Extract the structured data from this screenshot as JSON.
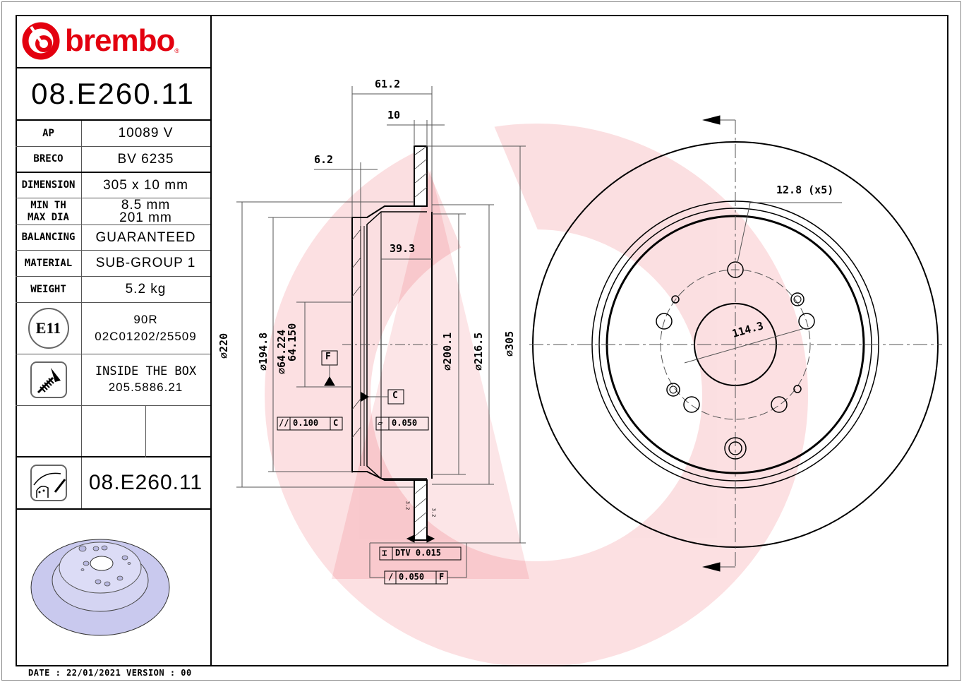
{
  "brand": {
    "name": "brembo",
    "registered": "®",
    "color": "#e3000f"
  },
  "part_number": "08.E260.11",
  "specs": [
    {
      "label": "AP",
      "value": "10089 V"
    },
    {
      "label": "BRECO",
      "value": "BV 6235"
    },
    {
      "label": "DIMENSION",
      "value": "305 x 10 mm"
    },
    {
      "label_line1": "MIN TH",
      "label_line2": "MAX DIA",
      "value_line1": "8.5 mm",
      "value_line2": "201 mm"
    },
    {
      "label": "BALANCING",
      "value": "GUARANTEED"
    },
    {
      "label": "MATERIAL",
      "value": "SUB-GROUP 1"
    },
    {
      "label": "WEIGHT",
      "value": "5.2 kg"
    }
  ],
  "approval": {
    "icon_text": "E11",
    "line1": "90R",
    "line2": "02C01202/25509"
  },
  "screws": {
    "line1": "INSIDE THE BOX",
    "line2": "205.5886.21"
  },
  "bottom_part_number": "08.E260.11",
  "footer": "DATE : 22/01/2021 VERSION : 00",
  "section_view": {
    "dims": {
      "overall_width": "61.2",
      "disc_thickness": "10",
      "hat_thickness": "6.2",
      "hat_depth": "39.3",
      "dia_220": "220",
      "dia_194_8": "194.8",
      "center_bore_max": "64.224",
      "center_bore_min": "64.150",
      "dia_200_1": "200.1",
      "dia_216_5": "216.5",
      "dia_305": "305",
      "roughness_left": "3.2",
      "roughness_right": "3.2"
    },
    "datum_f": "F",
    "datum_c": "C",
    "tolerances": {
      "parallelism": {
        "symbol": "//",
        "value": "0.100",
        "datum": "C"
      },
      "flatness": {
        "symbol": "▱",
        "value": "0.050"
      },
      "dtv": {
        "symbol": "⌶",
        "value": "DTV 0.015"
      },
      "runout": {
        "symbol": "/",
        "value": "0.050",
        "datum": "F"
      }
    }
  },
  "front_view": {
    "hole_label": "12.8 (x5)",
    "pcd_label": "114.3"
  }
}
